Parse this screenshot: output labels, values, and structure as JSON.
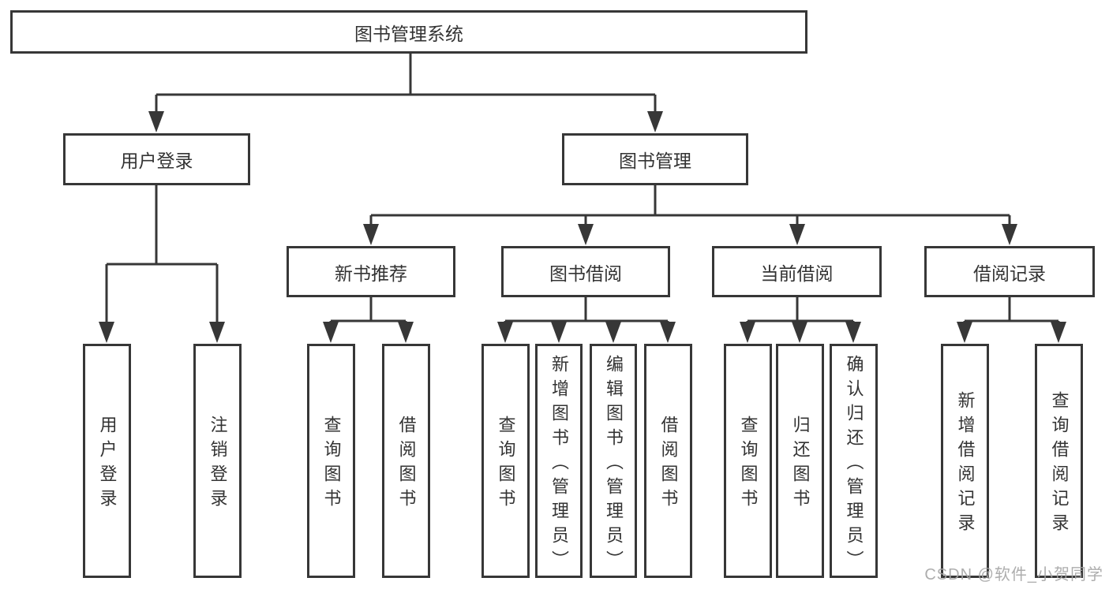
{
  "colors": {
    "line": "#373737",
    "box_border": "#373737",
    "text": "#333333",
    "watermark_text": "#a5a5a5",
    "background": "#ffffff"
  },
  "root": {
    "label": "图书管理系统",
    "children": [
      {
        "label": "用户登录",
        "children": [
          {
            "label": "用户登录"
          },
          {
            "label": "注销登录"
          }
        ]
      },
      {
        "label": "图书管理",
        "children": [
          {
            "label": "新书推荐",
            "children": [
              {
                "label": "查询图书"
              },
              {
                "label": "借阅图书"
              }
            ]
          },
          {
            "label": "图书借阅",
            "children": [
              {
                "label": "查询图书"
              },
              {
                "label": "新增图书（管理员）"
              },
              {
                "label": "编辑图书（管理员）"
              },
              {
                "label": "借阅图书"
              }
            ]
          },
          {
            "label": "当前借阅",
            "children": [
              {
                "label": "查询图书"
              },
              {
                "label": "归还图书"
              },
              {
                "label": "确认归还（管理员）"
              }
            ]
          },
          {
            "label": "借阅记录",
            "children": [
              {
                "label": "新增借阅记录"
              },
              {
                "label": "查询借阅记录"
              }
            ]
          }
        ]
      }
    ]
  },
  "watermark": {
    "text": "CSDN @软件_小贺同学"
  }
}
